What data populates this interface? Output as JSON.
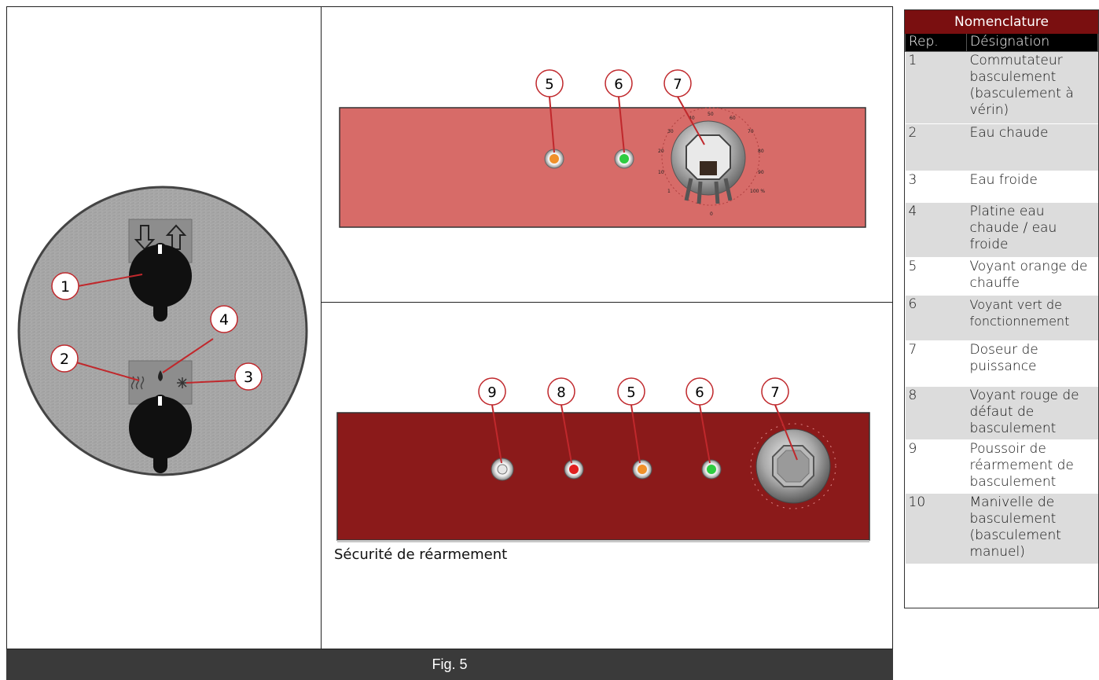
{
  "figure": {
    "caption": "Sécurité de réarmement",
    "fig_label": "Fig. 5"
  },
  "dial": {
    "tick_labels": [
      "0",
      "1",
      "10",
      "20",
      "30",
      "40",
      "50",
      "60",
      "70",
      "80",
      "90",
      "100 %"
    ]
  },
  "left_panel": {
    "callouts": [
      "1",
      "2",
      "3",
      "4"
    ]
  },
  "top_panel": {
    "callouts": [
      "5",
      "6",
      "7"
    ]
  },
  "bottom_panel": {
    "callouts": [
      "9",
      "8",
      "5",
      "6",
      "7"
    ]
  },
  "colors": {
    "panel_top": "#d76b68",
    "panel_bottom": "#8b1a1a",
    "callout_stroke": "#c0282c",
    "led_orange": "#f0902a",
    "led_green": "#2ecc40",
    "led_red": "#e02020",
    "table_title": "#7a0f10"
  },
  "table": {
    "title": "Nomenclature",
    "headers": [
      "Rep.",
      "Désignation"
    ],
    "rows": [
      {
        "rep": "1",
        "designation": "Commutateur basculement (basculement à vérin)"
      },
      {
        "rep": "2",
        "designation": "Eau chaude"
      },
      {
        "rep": "3",
        "designation": "Eau froide"
      },
      {
        "rep": "4",
        "designation": "Platine eau chaude / eau froide"
      },
      {
        "rep": "5",
        "designation": "Voyant orange de chauffe"
      },
      {
        "rep": "6",
        "designation": "Voyant vert de fonctionnement"
      },
      {
        "rep": "7",
        "designation": "Doseur de puissance"
      },
      {
        "rep": "8",
        "designation": "Voyant rouge de défaut de basculement"
      },
      {
        "rep": "9",
        "designation": "Poussoir de réarmement de basculement"
      },
      {
        "rep": "10",
        "designation": "Manivelle de basculement (basculement manuel)"
      }
    ]
  }
}
